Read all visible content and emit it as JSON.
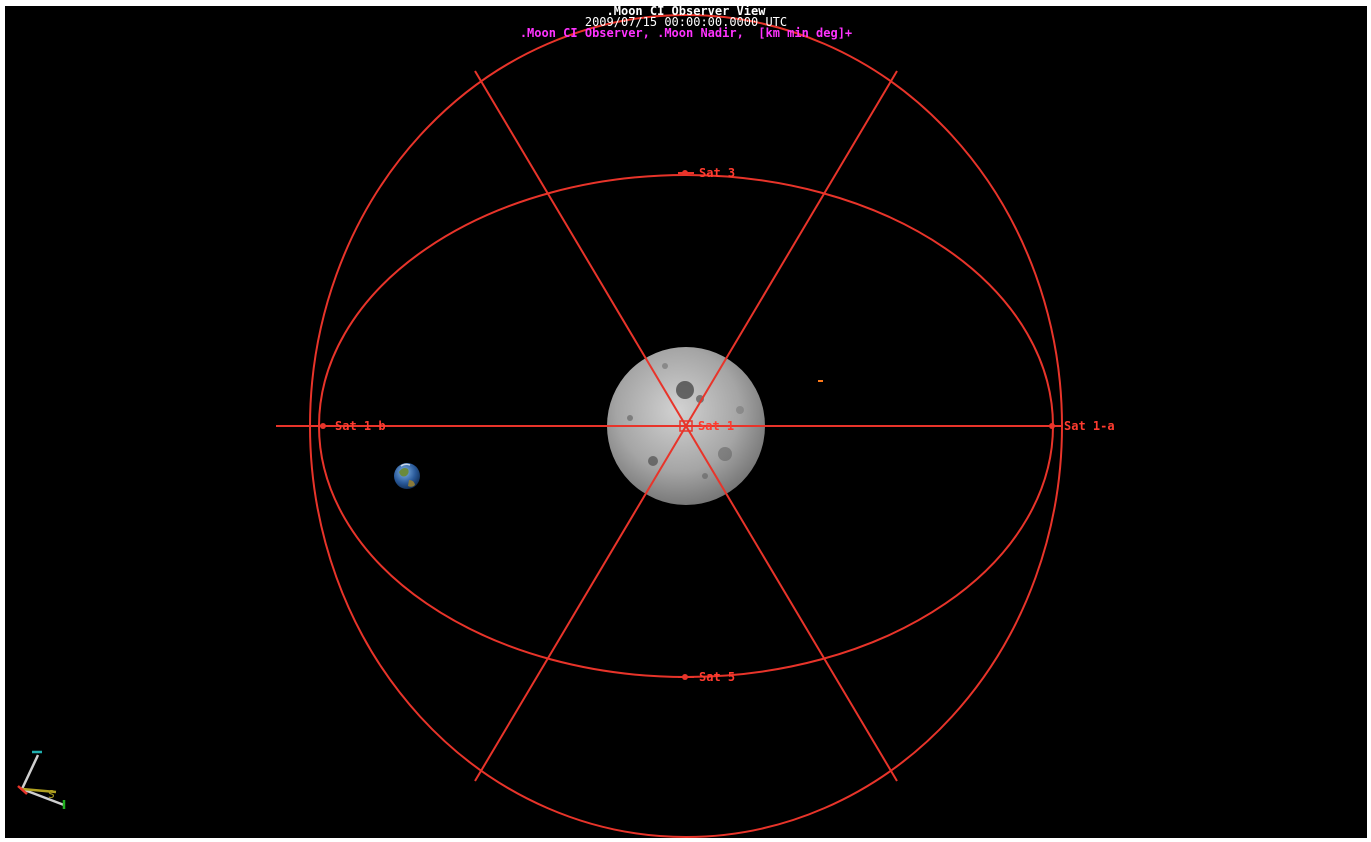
{
  "window": {
    "title": ".Moon CI Observer View",
    "epoch": "2009/07/15 00:00:00.0000 UTC",
    "subtitle": ".Moon CI Observer, .Moon Nadir,  [km min deg]+"
  },
  "satellites": [
    {
      "label": "Sat 3"
    },
    {
      "label": "Sat 1 b"
    },
    {
      "label": "Sat 1-a"
    },
    {
      "label": "Sat 5"
    },
    {
      "label": "Sat 1"
    }
  ],
  "bodies": {
    "central": "moon",
    "secondary": "earth"
  },
  "axes_triad": {
    "labels": [
      "T",
      "S"
    ]
  },
  "colors": {
    "background": "#000000",
    "orbit": "#e8342a",
    "title_text": "#ffffff",
    "subtitle_text": "#ff33ff",
    "moon_light": "#c8c8c8",
    "moon_dark": "#6a6a6a",
    "earth_ocean": "#2a5a9a",
    "earth_land": "#6a8a3a"
  }
}
